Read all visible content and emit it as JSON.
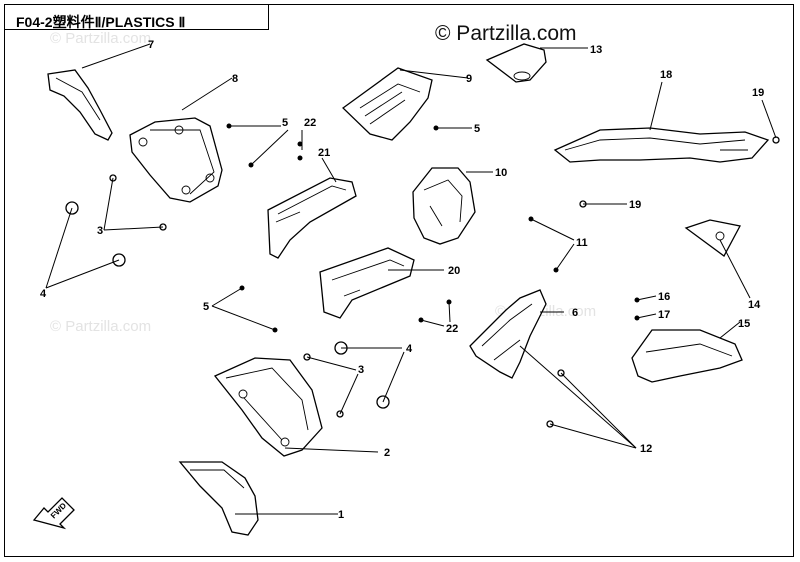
{
  "title": "F04-2塑料件Ⅱ/PLASTICS Ⅱ",
  "watermark": {
    "main": "© Partzilla.com",
    "faint": "© Partzilla.com"
  },
  "fwd_label": "FWD",
  "callouts": {
    "c1": "1",
    "c2": "2",
    "c3a": "3",
    "c3b": "3",
    "c4a": "4",
    "c4b": "4",
    "c5a": "5",
    "c5b": "5",
    "c5c": "5",
    "c6": "6",
    "c7": "7",
    "c8": "8",
    "c9": "9",
    "c10": "10",
    "c11": "11",
    "c12": "12",
    "c13": "13",
    "c14": "14",
    "c15": "15",
    "c16": "16",
    "c17": "17",
    "c18": "18",
    "c19a": "19",
    "c19b": "19",
    "c20": "20",
    "c21": "21",
    "c22a": "22",
    "c22b": "22"
  }
}
